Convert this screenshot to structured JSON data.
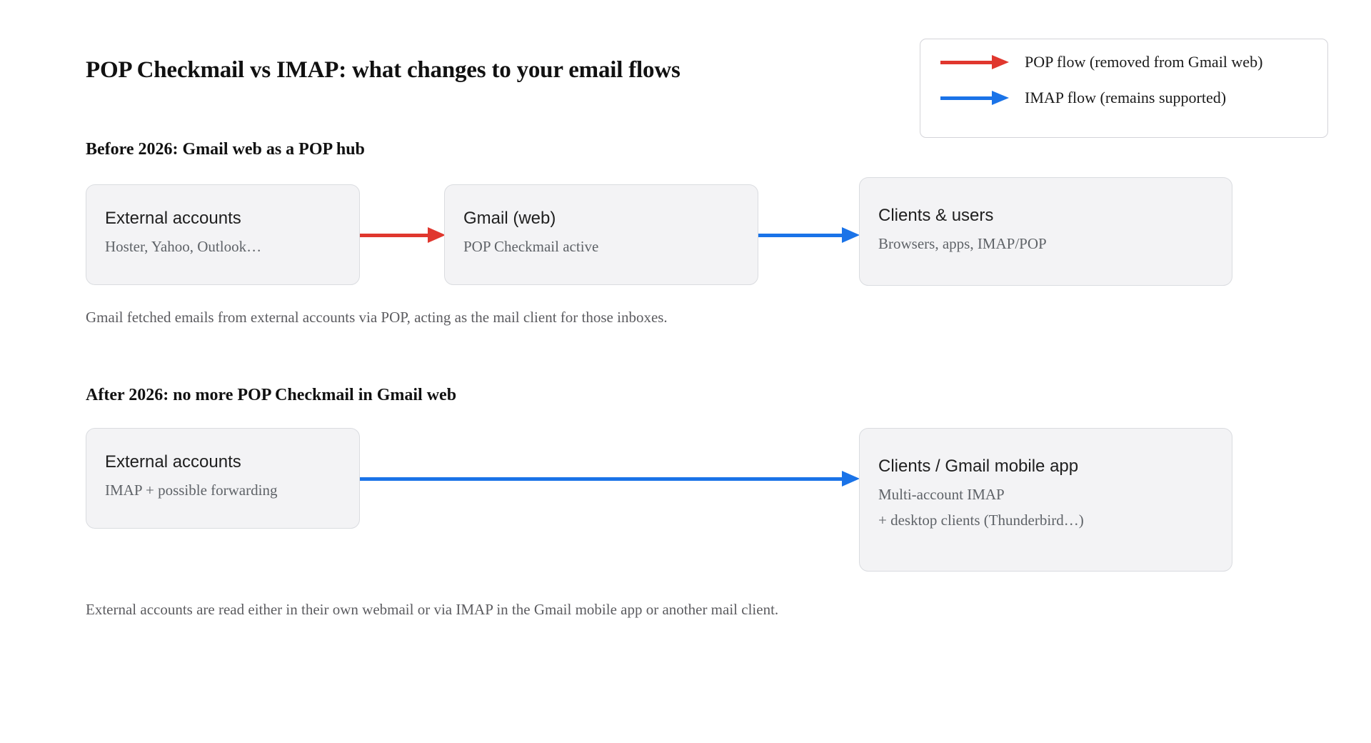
{
  "page": {
    "title": "POP Checkmail vs IMAP: what changes to your email flows",
    "background": "#ffffff"
  },
  "colors": {
    "pop_red": "#e0372e",
    "imap_blue": "#1a73e8",
    "node_fill": "#f3f3f5",
    "node_border": "#dadce0",
    "title_text": "#111111",
    "subtitle_text": "#5f6368",
    "caption_text": "#5c5c60"
  },
  "legend": {
    "items": [
      {
        "label": "POP flow (removed from Gmail web)",
        "color": "#e0372e",
        "icon": "arrow-right-icon"
      },
      {
        "label": "IMAP flow (remains supported)",
        "color": "#1a73e8",
        "icon": "arrow-right-icon"
      }
    ]
  },
  "sections": [
    {
      "heading": "Before 2026: Gmail web as a POP hub",
      "caption": "Gmail fetched emails from external accounts via POP, acting as the mail client for those inboxes.",
      "nodes": [
        {
          "title": "External accounts",
          "subtitle": "Hoster, Yahoo, Outlook…"
        },
        {
          "title": "Gmail (web)",
          "subtitle": "POP Checkmail active"
        },
        {
          "title": "Clients & users",
          "subtitle": "Browsers, apps, IMAP/POP"
        }
      ],
      "arrows": [
        {
          "type": "POP flow",
          "color": "#e0372e",
          "from": "External accounts",
          "to": "Gmail (web)"
        },
        {
          "type": "IMAP flow",
          "color": "#1a73e8",
          "from": "Gmail (web)",
          "to": "Clients & users"
        }
      ]
    },
    {
      "heading": "After 2026: no more POP Checkmail in Gmail web",
      "caption": "External accounts are read either in their own webmail or via IMAP in the Gmail mobile app or another mail client.",
      "nodes": [
        {
          "title": "External accounts",
          "subtitle": "IMAP + possible forwarding"
        },
        {
          "title": "Clients / Gmail mobile app",
          "subtitle_line_1": "Multi-account IMAP",
          "subtitle_line_2": "+ desktop clients (Thunderbird…)"
        }
      ],
      "arrows": [
        {
          "type": "IMAP flow",
          "color": "#1a73e8",
          "from": "External accounts",
          "to": "Clients / Gmail mobile app"
        }
      ]
    }
  ]
}
